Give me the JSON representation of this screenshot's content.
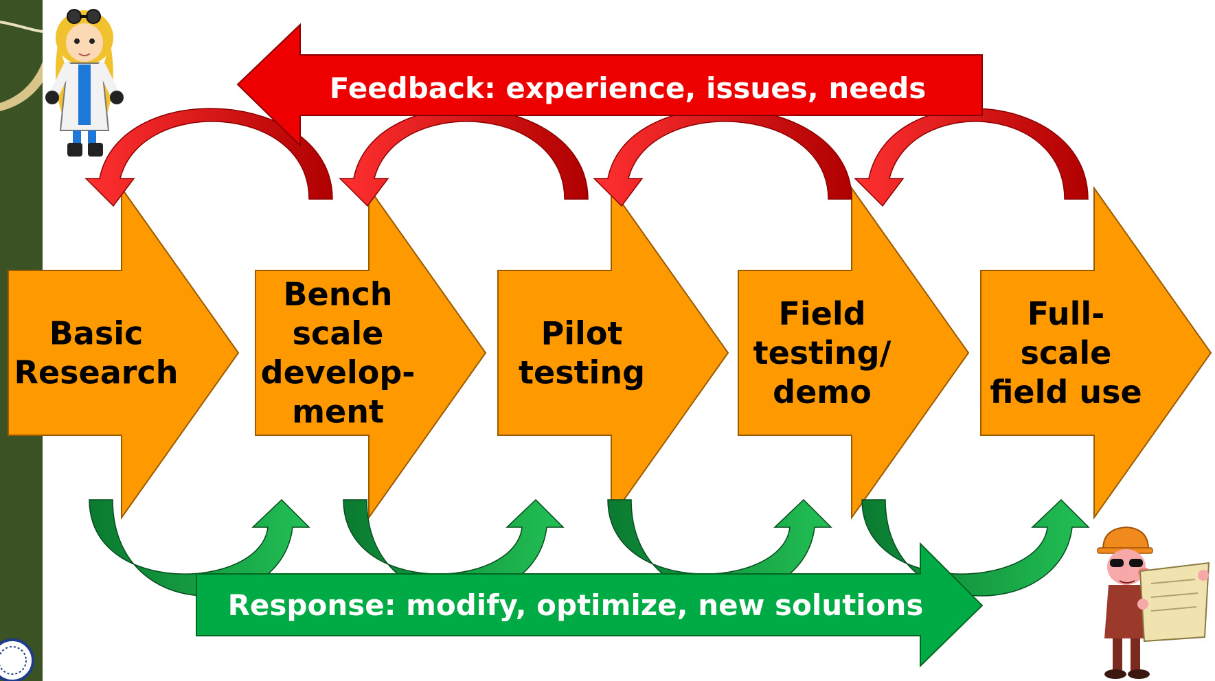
{
  "feedback": {
    "label": "Feedback:  experience, issues, needs"
  },
  "response": {
    "label": "Response:  modify, optimize, new solutions"
  },
  "stages": [
    {
      "lines": [
        "Basic",
        "Research"
      ]
    },
    {
      "lines": [
        "Bench",
        "scale",
        "develop-",
        "ment"
      ]
    },
    {
      "lines": [
        "Pilot",
        "testing"
      ]
    },
    {
      "lines": [
        "Field",
        "testing/",
        "demo"
      ]
    },
    {
      "lines": [
        "Full-",
        "scale",
        "field use"
      ]
    }
  ],
  "colors": {
    "stage_fill": "#FF9900",
    "feedback_fill": "#EE0000",
    "feedback_curve": "#C40000",
    "response_fill": "#00AA44",
    "response_curve": "#0E8A3A",
    "sidebar": "#3B5224",
    "text_dark": "#000000",
    "text_light": "#FFFFFF"
  },
  "icons": [
    "scientist-icon",
    "engineer-icon",
    "seal-icon"
  ]
}
